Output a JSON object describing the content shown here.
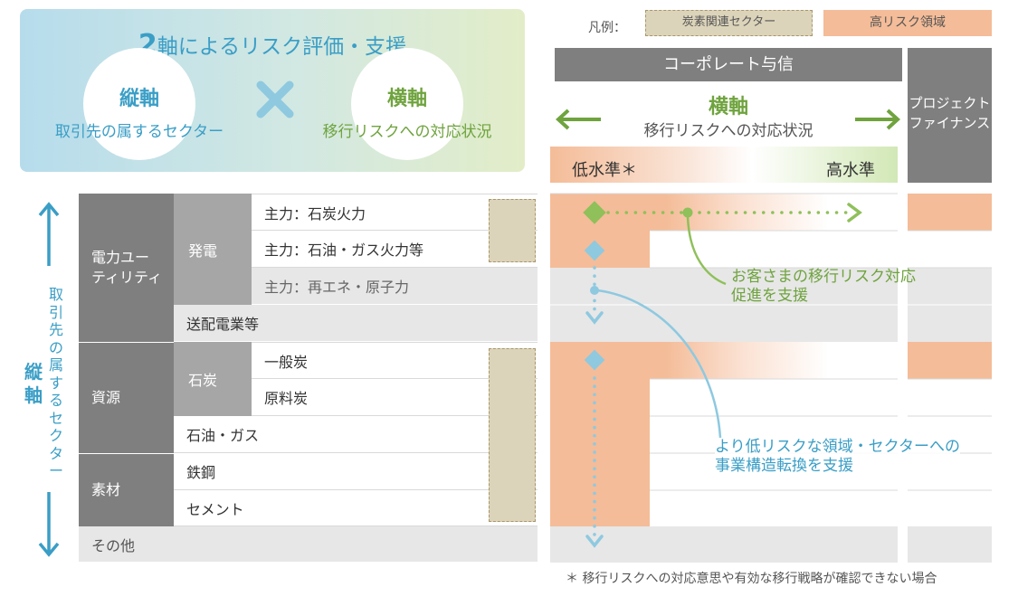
{
  "header": {
    "title_num": "2",
    "title_rest": "軸によるリスク評価・支援",
    "vertical_head": "縦軸",
    "vertical_sub": "取引先の属するセクター",
    "horizontal_head": "横軸",
    "horizontal_sub": "移行リスクへの対応状況"
  },
  "legend": {
    "label": "凡例：",
    "carbon": "炭素関連セクター",
    "risk": "高リスク領域"
  },
  "right_header": {
    "corporate": "コーポレート与信",
    "project_finance": [
      "プロジェクト",
      "ファイナンス"
    ],
    "axis_head": "横軸",
    "axis_sub": "移行リスクへの対応状況",
    "low": "低水準＊",
    "high": "高水準"
  },
  "left_axis": {
    "head": [
      "縦",
      "軸"
    ],
    "sub": [
      "取",
      "引",
      "先",
      "の",
      "属",
      "す",
      "る",
      "セ",
      "ク",
      "タ",
      "ー"
    ]
  },
  "sectors": {
    "power": [
      "電力ユー",
      "ティリティ"
    ],
    "power_gen": "発電",
    "coal_power": "主力：石炭火力",
    "oil_gas_power": "主力：石油・ガス火力等",
    "renewable": "主力：再エネ・原子力",
    "transmission": "送配電業等",
    "resources": "資源",
    "coal": "石炭",
    "thermal_coal": "一般炭",
    "coking_coal": "原料炭",
    "oil_gas": "石油・ガス",
    "materials": "素材",
    "steel": "鉄鋼",
    "cement": "セメント",
    "other": "その他"
  },
  "annotations": {
    "green": [
      "お客さまの移行リスク対応",
      "促進を支援"
    ],
    "blue": [
      "より低リスクな領域・セクターへの",
      "事業構造転換を支援"
    ]
  },
  "footnote": "＊ 移行リスクへの対応意思や有効な移行戦略が確認できない場合",
  "colors": {
    "blue": "#3a9ec6",
    "green": "#6fa33e",
    "dark_gray": "#7f7f7f",
    "mid_gray": "#a6a6a6",
    "light_gray": "#e7e7e7",
    "high_risk": "#f4bc98",
    "carbon": "#dcd4ba"
  }
}
